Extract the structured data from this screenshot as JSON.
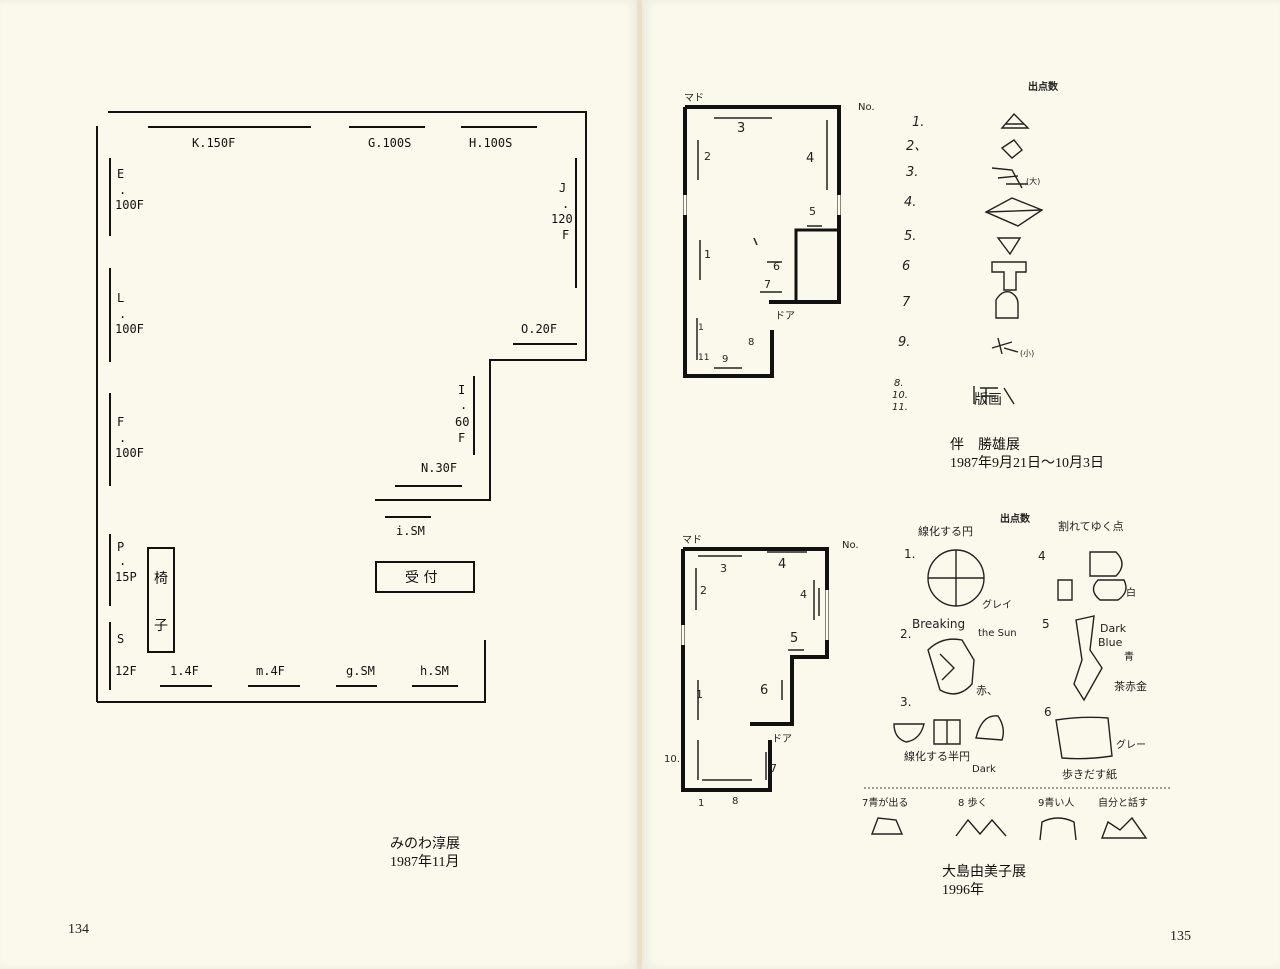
{
  "left_page": {
    "plan_labels": {
      "K": "K.150F",
      "G": "G.100S",
      "H": "H.100S",
      "E1": "E",
      "E2": ".",
      "E3": "100F",
      "L1": "L",
      "L2": ".",
      "L3": "100F",
      "F1": "F",
      "F2": ".",
      "F3": "100F",
      "P1": "P",
      "P2": ".",
      "P3": "15P",
      "S1": "S",
      "S2": "12F",
      "J1": "J",
      "J2": ".",
      "J3": "120",
      "J4": "F",
      "O": "O.20F",
      "I1": "I",
      "I2": ".",
      "I3": "60",
      "I4": "F",
      "N": "N.30F",
      "i": "i.SM",
      "chair1": "椅",
      "chair2": "子",
      "reception": "受 付",
      "l": "1.4F",
      "m": "m.4F",
      "g": "g.SM",
      "h": "h.SM"
    },
    "caption_line1": "みのわ淳展",
    "caption_line2": "1987年11月",
    "page_number": "134"
  },
  "right_page": {
    "plan1": {
      "mado": "マド",
      "no": "No.",
      "door": "ドア",
      "marks": [
        "3",
        "2",
        "4",
        "5",
        "1",
        "6",
        "7",
        "8",
        "1",
        "11",
        "9"
      ]
    },
    "plan1_notes": {
      "header": "出点数",
      "numbers": [
        "1.",
        "2、",
        "3.",
        "4.",
        "5.",
        "6",
        "7",
        "9.",
        "8.",
        "10.",
        "11."
      ],
      "annot_large": "(大)",
      "annot_small": "(小)",
      "hanga": "版画"
    },
    "caption1_line1": "伴　勝雄展",
    "caption1_line2": "1987年9月21日～10月3日",
    "plan2": {
      "mado": "マド",
      "no": "No.",
      "door": "ドア",
      "marks": [
        "3",
        "4",
        "2",
        "4",
        "5",
        "1",
        "6",
        "10.",
        "7",
        "1",
        "8"
      ]
    },
    "plan2_notes": {
      "header": "出点数",
      "top_left": "線化する円",
      "top_right": "割れてゆく点",
      "n1": "1.",
      "n2": "2.",
      "n3": "3.",
      "n4": "4",
      "n5": "5",
      "n6": "6",
      "grey": "グレイ",
      "white": "白",
      "breaking": "Breaking",
      "the_sun": "the Sun",
      "red": "赤、",
      "dark_blue1": "Dark",
      "dark_blue2": "Blue",
      "dark_blue3": "青",
      "tea": "茶赤金",
      "linear_half": "線化する半円",
      "dark": "Dark",
      "grey2": "グレー",
      "walk_label": "歩きだす紙",
      "b7": "7青が出る",
      "b8": "8 歩く",
      "b9": "9青い人",
      "b10": "自分と話す"
    },
    "caption2_line1": "大島由美子展",
    "caption2_line2": "1996年",
    "page_number": "135"
  }
}
